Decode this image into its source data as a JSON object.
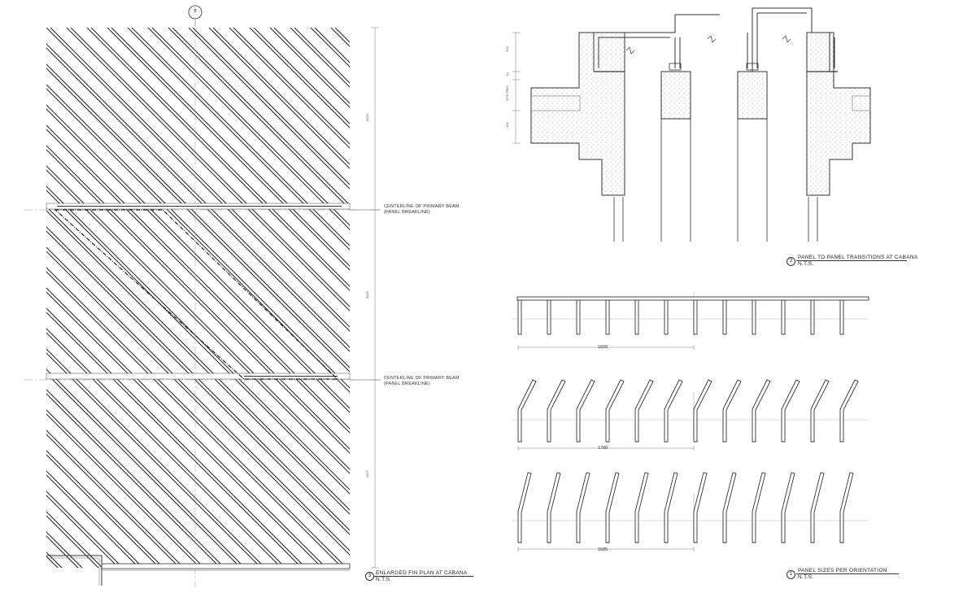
{
  "detail_3": {
    "grid_bubble": "B",
    "annotations": [
      {
        "line1": "CENTERLINE OF PRIMARY BEAM",
        "line2": "(PANEL BREAKLINE)"
      },
      {
        "line1": "CENTERLINE OF PRIMARY BEAM",
        "line2": "(PANEL BREAKLINE)"
      }
    ],
    "dims": [
      "4500",
      "3545",
      "3437"
    ],
    "title_number": "3",
    "title": "ENLARGED FIN PLAN AT CABANA",
    "scale": "N.T.S."
  },
  "detail_2": {
    "dims": [
      "400",
      "70",
      "STR.TREL",
      "300"
    ],
    "title_number": "2",
    "title": "PANEL TO PANEL TRANSITIONS AT CABANA",
    "scale": "N.T.S."
  },
  "detail_1": {
    "panels": [
      {
        "dim": "1820",
        "orientation": "straight"
      },
      {
        "dim": "1780",
        "orientation": "angled"
      },
      {
        "dim": "1685",
        "orientation": "steep"
      }
    ],
    "title_number": "1",
    "title": "PANEL SIZES PER ORIENTATION",
    "scale": "N.T.S."
  }
}
